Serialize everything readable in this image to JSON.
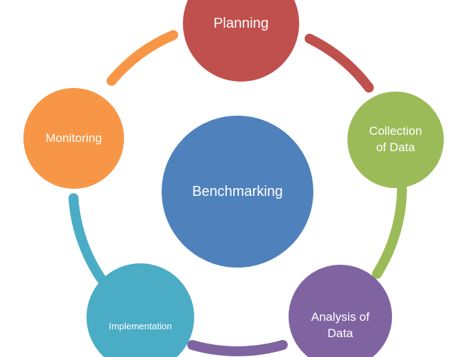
{
  "diagram": {
    "type": "cycle",
    "center": {
      "label": "Benchmarking",
      "color": "#4F81BD"
    },
    "nodes": [
      {
        "id": "planning",
        "label": "Planning",
        "color": "#C0504D"
      },
      {
        "id": "collection-of-data",
        "label": "Collection\nof Data",
        "color": "#9BBB59"
      },
      {
        "id": "analysis-of-data",
        "label": "Analysis of\nData",
        "color": "#8064A2"
      },
      {
        "id": "implementation",
        "label": "Implementation",
        "color": "#4BACC6"
      },
      {
        "id": "monitoring",
        "label": "Monitoring",
        "color": "#F79646"
      }
    ],
    "connectors": [
      {
        "from": "monitoring",
        "to": "planning",
        "color": "#F79646"
      },
      {
        "from": "planning",
        "to": "collection-of-data",
        "color": "#C0504D"
      },
      {
        "from": "collection-of-data",
        "to": "analysis-of-data",
        "color": "#9BBB59"
      },
      {
        "from": "analysis-of-data",
        "to": "implementation",
        "color": "#8064A2"
      },
      {
        "from": "implementation",
        "to": "monitoring",
        "color": "#4BACC6"
      }
    ],
    "text_color": "#ffffff",
    "background_color": "#ffffff"
  }
}
